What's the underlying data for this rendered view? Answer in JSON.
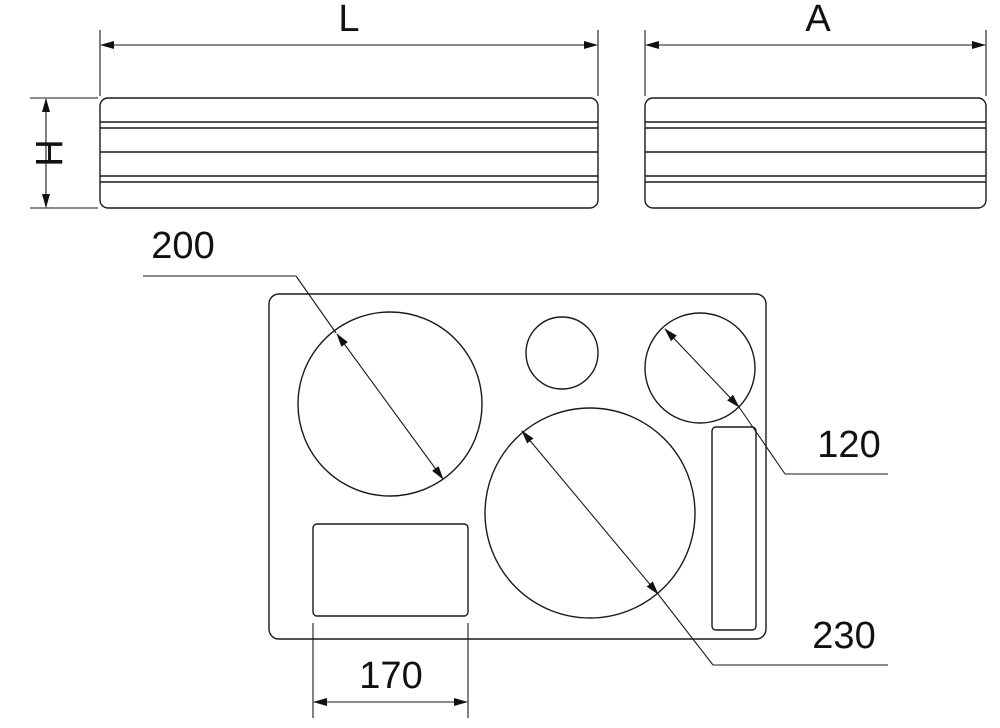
{
  "dimensions": {
    "length_label": "L",
    "width_label": "A",
    "height_label": "H",
    "large_circle_left": "200",
    "small_circle_right": "120",
    "large_circle_center": "230",
    "rectangle_width": "170"
  },
  "colors": {
    "line": "#1a1a1a",
    "background": "#ffffff"
  }
}
